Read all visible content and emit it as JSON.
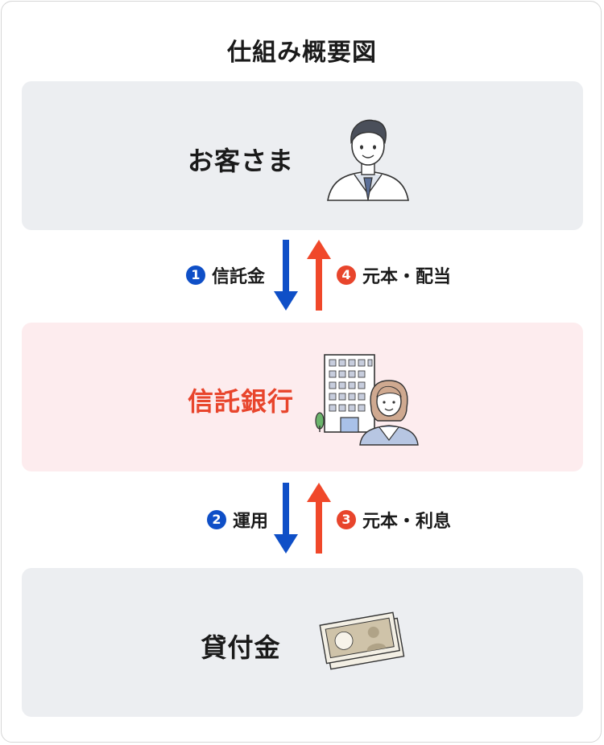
{
  "title": "仕組み概要図",
  "boxes": {
    "customer": "お客さま",
    "bank": "信託銀行",
    "loan": "貸付金"
  },
  "steps": [
    {
      "num": "1",
      "label": "信託金"
    },
    {
      "num": "4",
      "label": "元本・配当"
    },
    {
      "num": "2",
      "label": "運用"
    },
    {
      "num": "3",
      "label": "元本・利息"
    }
  ],
  "colors": {
    "blue_arrow": "#0f4fc7",
    "red_arrow": "#f0482a",
    "bank_text": "#e8452c",
    "gray_box": "#eceef1",
    "pink_box": "#fdecee"
  },
  "icons": {
    "customer": "businessman-icon",
    "bank": "office-building-with-clerk-icon",
    "loan": "banknotes-icon"
  }
}
